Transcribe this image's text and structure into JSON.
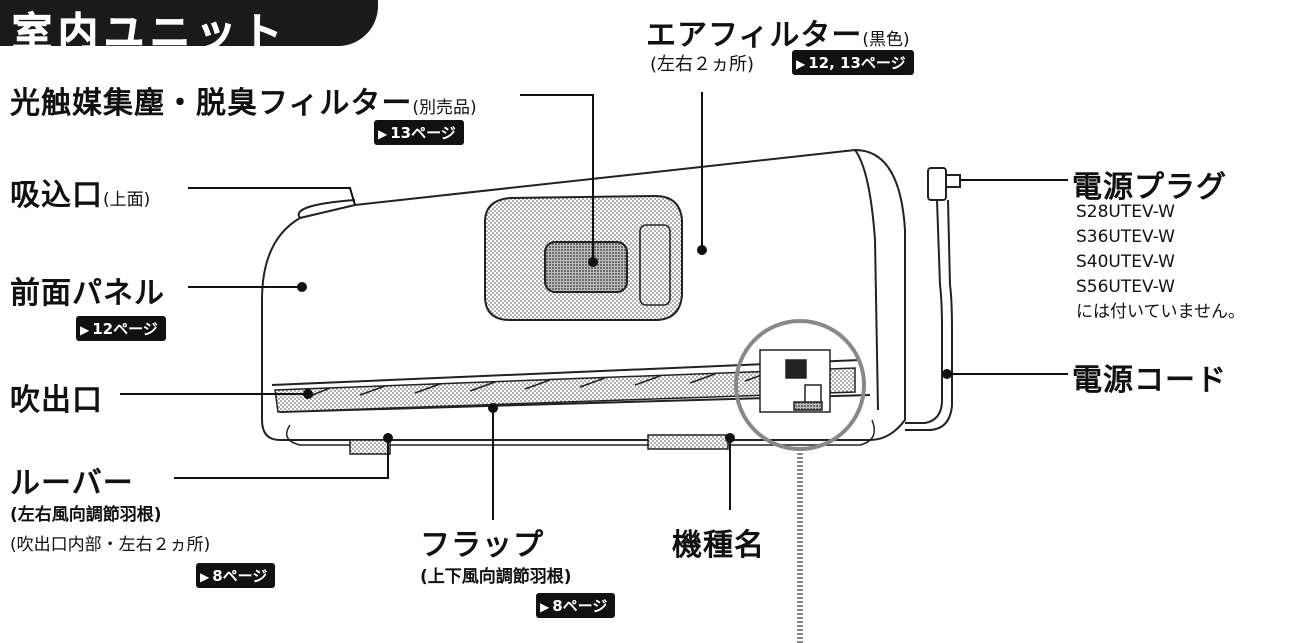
{
  "section_title": "室内ユニット",
  "labels": {
    "air_filter": {
      "main": "エアフィルター",
      "sub": "(黒色)",
      "note": "(左右２ヵ所)",
      "badge": "12, 13ページ"
    },
    "photocatalyst_filter": {
      "main": "光触媒集塵・脱臭フィルター",
      "sub": "(別売品)",
      "badge": "13ページ"
    },
    "air_intake": {
      "main": "吸込口",
      "sub": "(上面)"
    },
    "front_panel": {
      "main": "前面パネル",
      "badge": "12ページ"
    },
    "air_outlet": {
      "main": "吹出口"
    },
    "louver": {
      "main": "ルーバー",
      "sub1": "(左右風向調節羽根)",
      "sub2": "(吹出口内部・左右２ヵ所)",
      "badge": "8ページ"
    },
    "flap": {
      "main": "フラップ",
      "sub": "(上下風向調節羽根)",
      "badge": "8ページ"
    },
    "model_name": {
      "main": "機種名"
    },
    "power_plug": {
      "main": "電源プラグ",
      "models": [
        "S28UTEV-W",
        "S36UTEV-W",
        "S40UTEV-W",
        "S56UTEV-W"
      ],
      "note": "には付いていません。"
    },
    "power_cord": {
      "main": "電源コード"
    }
  }
}
